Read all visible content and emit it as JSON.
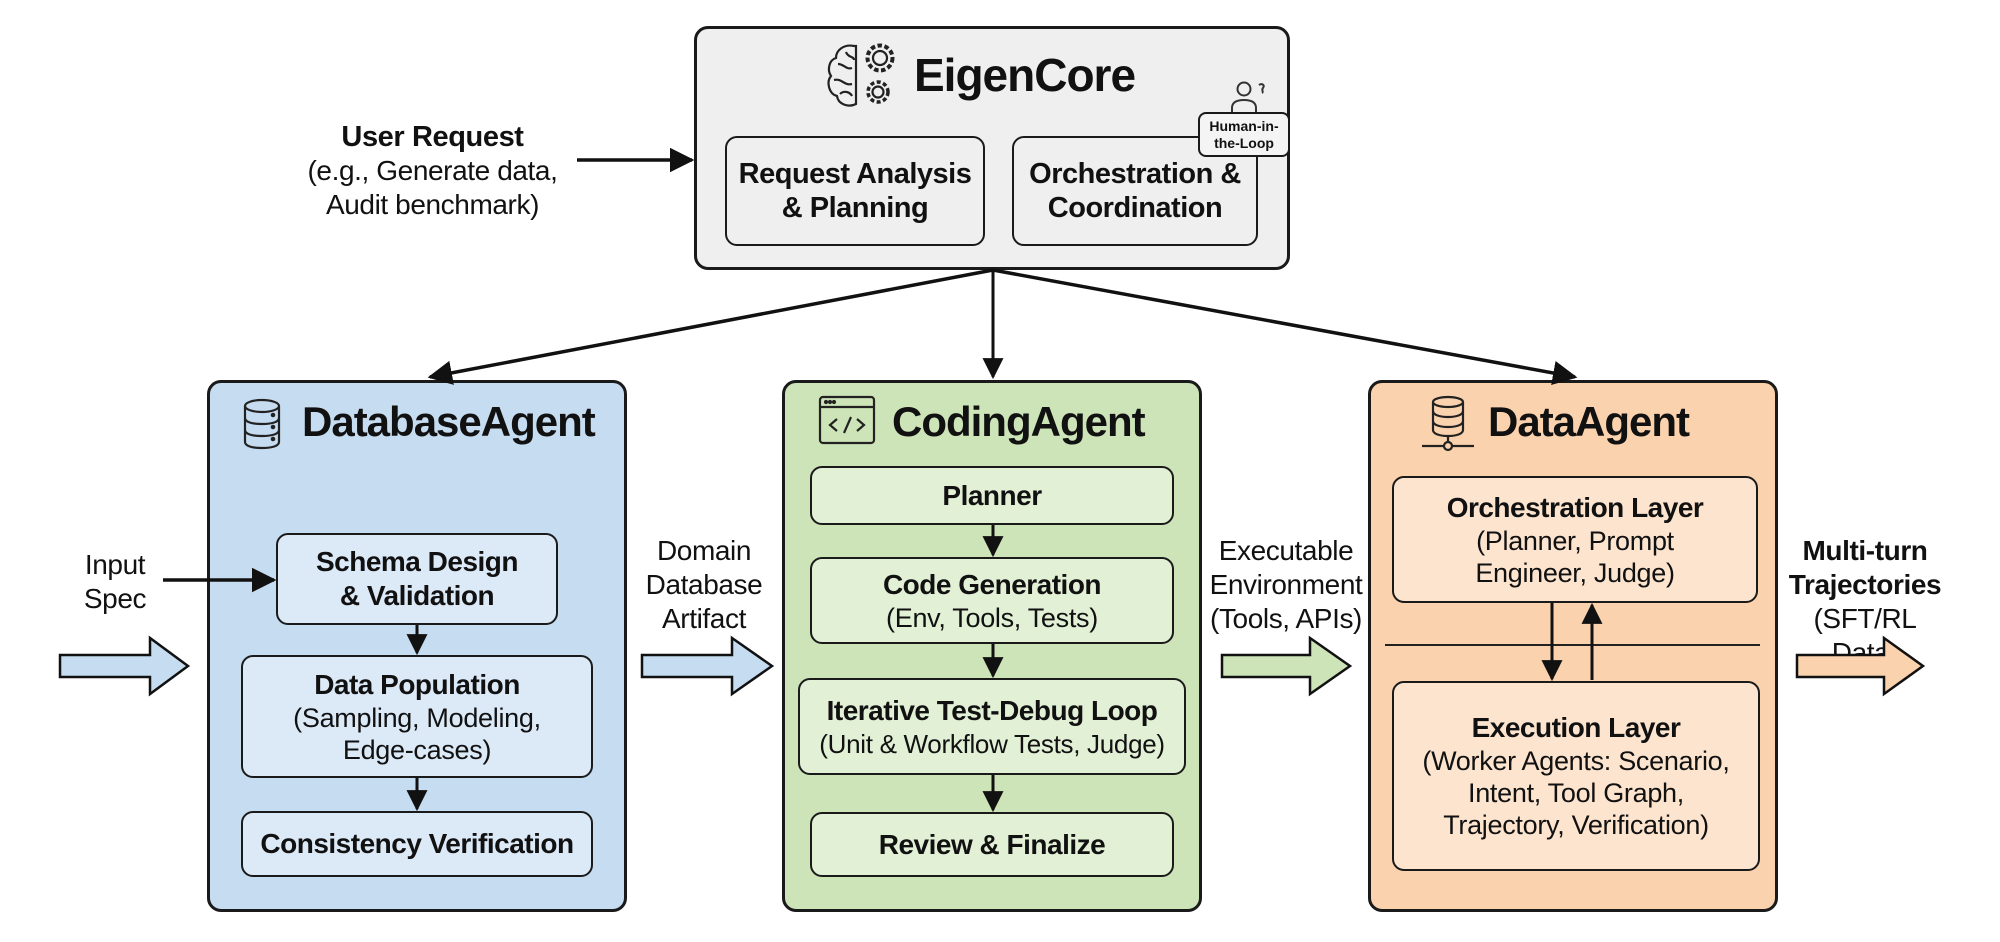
{
  "colors": {
    "core_fill": "#efefef",
    "database_fill": "#c6dcf1",
    "database_sub_fill": "#dce9f7",
    "coding_fill": "#cde4b8",
    "coding_sub_fill": "#e2f0d6",
    "data_fill": "#fbd2ae",
    "data_sub_fill": "#fde4cf",
    "stroke": "#1a1a1a"
  },
  "user_request": {
    "title": "User Request",
    "line1": "(e.g., Generate data,",
    "line2": "Audit benchmark)"
  },
  "core": {
    "title": "EigenCore",
    "icon": "brain-gears-icon",
    "modules": [
      {
        "line1": "Request Analysis",
        "line2": "& Planning"
      },
      {
        "line1": "Orchestration &",
        "line2": "Coordination"
      }
    ],
    "hitl": {
      "icon": "human-icon",
      "line1": "Human-in-",
      "line2": "the-Loop"
    }
  },
  "database_agent": {
    "title": "DatabaseAgent",
    "icon": "database-icon",
    "input_label": {
      "line1": "Input",
      "line2": "Spec"
    },
    "steps": [
      {
        "title_line1": "Schema Design",
        "title_line2": "& Validation"
      },
      {
        "title": "Data Population",
        "detail_line1": "(Sampling, Modeling,",
        "detail_line2": "Edge-cases)"
      },
      {
        "title": "Consistency Verification"
      }
    ]
  },
  "handoff_1": {
    "line1": "Domain",
    "line2": "Database",
    "line3": "Artifact"
  },
  "coding_agent": {
    "title": "CodingAgent",
    "icon": "code-window-icon",
    "steps": [
      {
        "title": "Planner"
      },
      {
        "title": "Code Generation",
        "detail": "(Env, Tools, Tests)"
      },
      {
        "title": "Iterative Test-Debug Loop",
        "detail": "(Unit & Workflow Tests, Judge)"
      },
      {
        "title": "Review & Finalize"
      }
    ]
  },
  "handoff_2": {
    "line1": "Executable",
    "line2": "Environment",
    "line3": "(Tools, APIs)"
  },
  "data_agent": {
    "title": "DataAgent",
    "icon": "database-network-icon",
    "orchestration": {
      "title": "Orchestration Layer",
      "detail_line1": "(Planner, Prompt",
      "detail_line2": "Engineer, Judge)"
    },
    "execution": {
      "title": "Execution Layer",
      "detail_line1": "(Worker Agents: Scenario,",
      "detail_line2": "Intent, Tool Graph,",
      "detail_line3": "Trajectory, Verification)"
    }
  },
  "output": {
    "line1": "Multi-turn",
    "line2": "Trajectories",
    "line3": "(SFT/RL Data)"
  }
}
